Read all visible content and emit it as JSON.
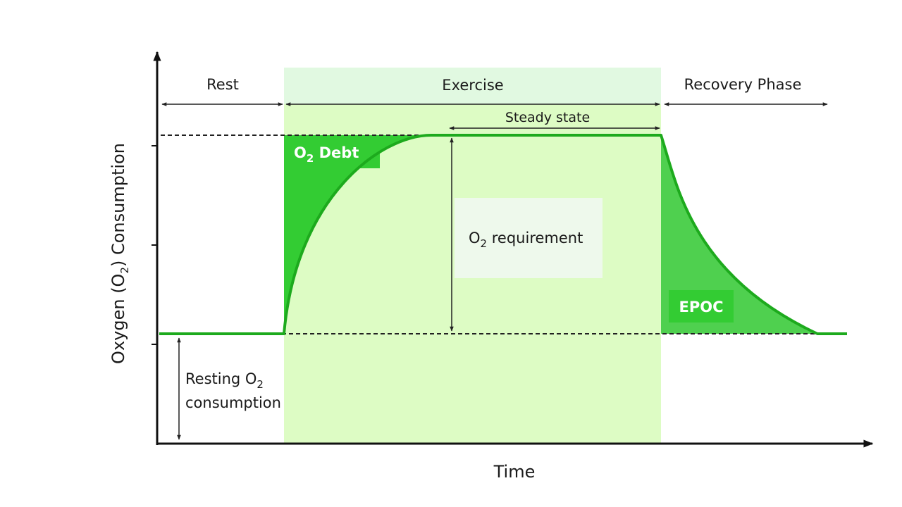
{
  "diagram": {
    "x_axis_label": "Time",
    "y_axis_label": {
      "before": "Oxygen (O",
      "sub": "2",
      "after": ") Consumption"
    },
    "phases": {
      "rest": "Rest",
      "exercise": "Exercise",
      "recovery": "Recovery Phase",
      "steady_state": "Steady state"
    },
    "labels": {
      "o2_debt": {
        "before": "O",
        "sub": "2",
        "after": " Debt"
      },
      "o2_requirement": {
        "before": "O",
        "sub": "2",
        "after": " requirement"
      },
      "epoc": "EPOC",
      "resting": {
        "line1_before": "Resting O",
        "line1_sub": "2",
        "line2": "consumption"
      }
    },
    "colors": {
      "exercise_band": "#ddfcc4",
      "exercise_band_top": "#e1f9e1",
      "curve": "#1daa1d",
      "debt_fill": "#33cc33",
      "epoc_fill": "#4fd04f",
      "requirement_box": "#eef9ec",
      "axis": "#111111"
    }
  }
}
